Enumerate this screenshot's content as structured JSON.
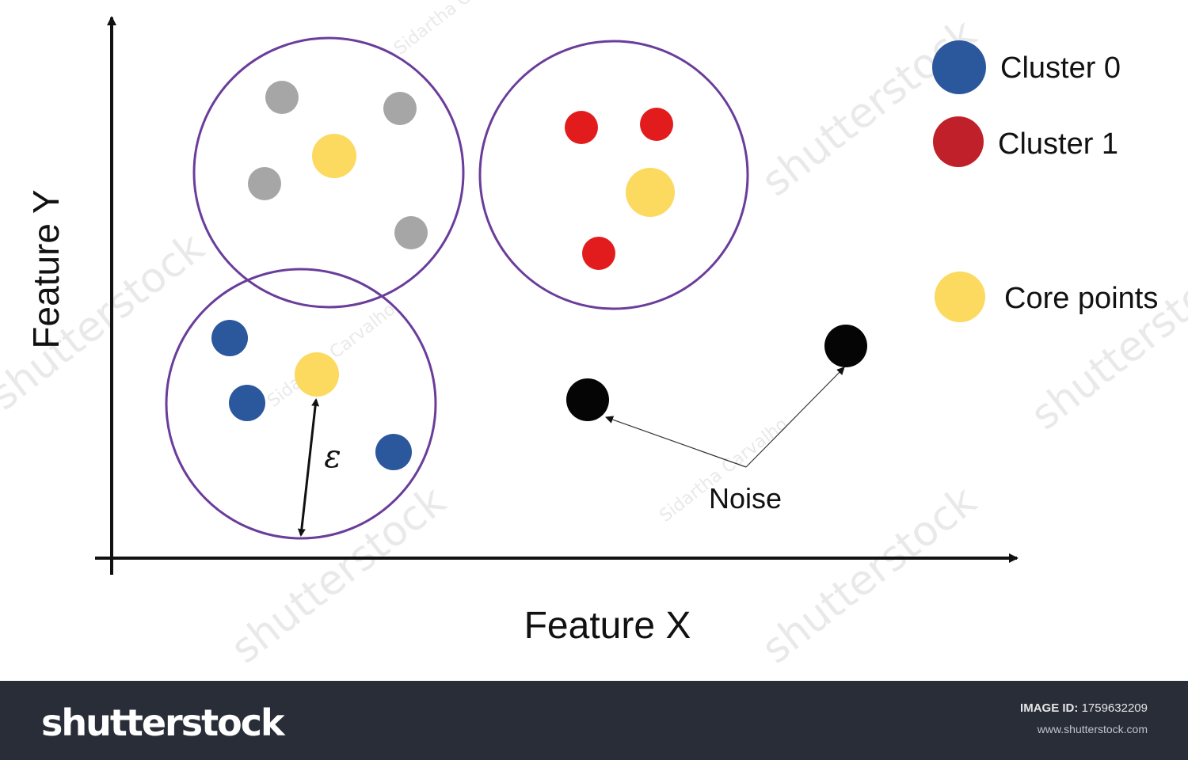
{
  "diagram": {
    "axis_x_label": "Feature X",
    "axis_y_label": "Feature Y",
    "epsilon_symbol": "ε",
    "noise_label": "Noise",
    "legend": [
      {
        "label": "Cluster 0",
        "color": "#2b579d"
      },
      {
        "label": "Cluster 1",
        "color": "#c0202a"
      },
      {
        "label": "Core points",
        "color": "#fcd95f"
      }
    ],
    "colors": {
      "circle_stroke": "#6a3d9a",
      "axis": "#111111",
      "grey_point": "#a6a6a6",
      "red_point": "#e21c1c",
      "blue_point": "#2b579d",
      "core_point": "#fcd95f",
      "noise_point": "#050505"
    }
  },
  "watermark": {
    "brand_text": "shutterstock",
    "author_text": "Sidartha Carvalho"
  },
  "footer": {
    "logo_text": "shutterstock",
    "image_id_label": "IMAGE ID:",
    "image_id_value": "1759632209",
    "site": "www.shutterstock.com"
  }
}
